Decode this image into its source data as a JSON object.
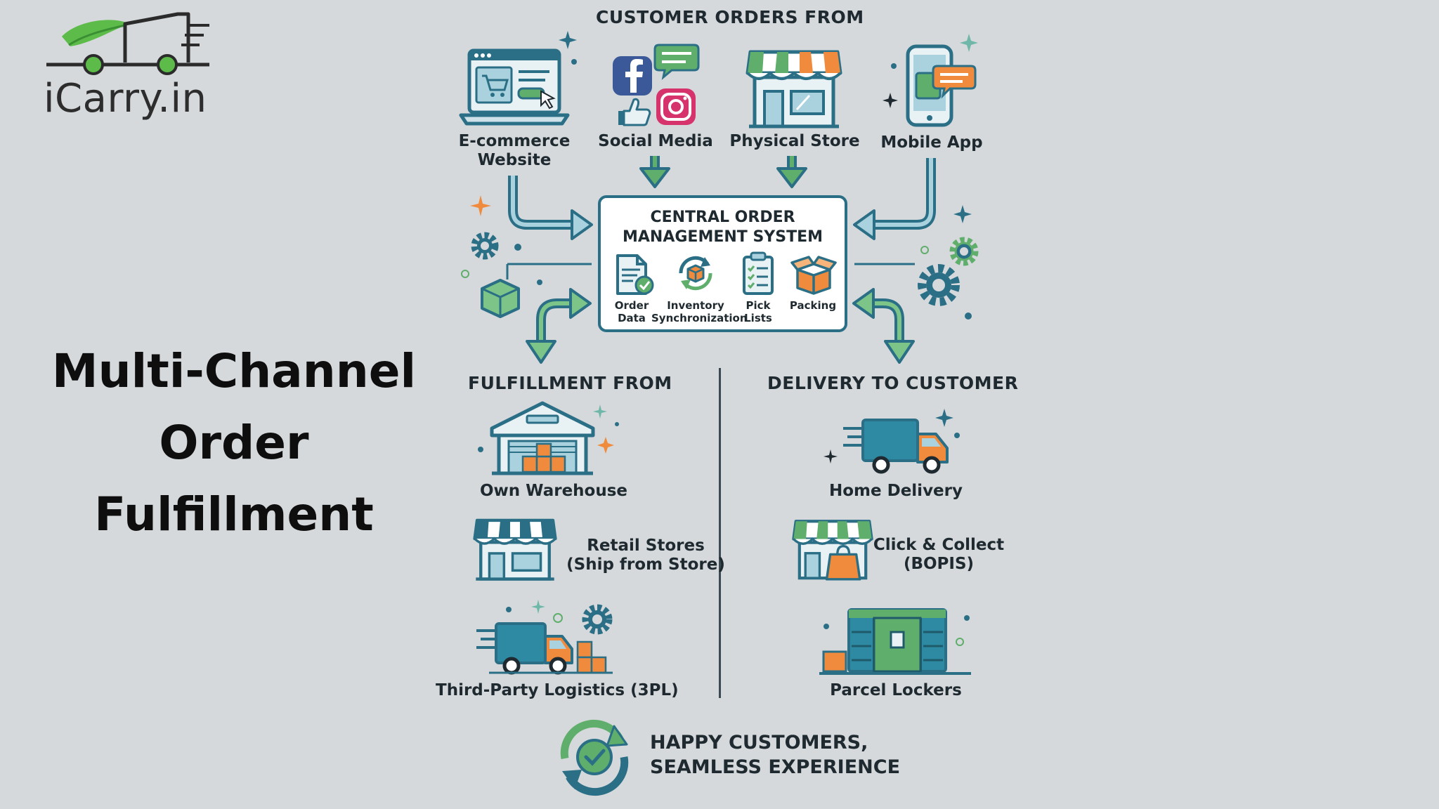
{
  "brand": {
    "name": "iCarry.in",
    "logo": "truck-leaf-logo"
  },
  "title": {
    "line1": "Multi-Channel",
    "line2": "Order Fulfillment"
  },
  "sections": {
    "sources_heading": "CUSTOMER ORDERS FROM",
    "fulfillment_heading": "FULFILLMENT FROM",
    "delivery_heading": "DELIVERY TO CUSTOMER"
  },
  "sources": [
    {
      "line1": "E-commerce",
      "line2": "Website",
      "icon": "laptop-cart-icon"
    },
    {
      "line1": "Social Media",
      "icon": "social-media-icon"
    },
    {
      "line1": "Physical Store",
      "icon": "storefront-icon"
    },
    {
      "line1": "Mobile App",
      "icon": "smartphone-icon"
    }
  ],
  "oms": {
    "title_line1": "CENTRAL ORDER",
    "title_line2": "MANAGEMENT SYSTEM",
    "features": [
      {
        "line1": "Order",
        "line2": "Data",
        "icon": "document-check-icon"
      },
      {
        "line1": "Inventory",
        "line2": "Synchronization",
        "icon": "inventory-sync-icon"
      },
      {
        "line1": "Pick",
        "line2": "Lists",
        "icon": "clipboard-list-icon"
      },
      {
        "line1": "Packing",
        "line2": "",
        "icon": "open-box-icon"
      }
    ]
  },
  "fulfillment": [
    {
      "line1": "Own Warehouse",
      "line2": "",
      "icon": "warehouse-icon"
    },
    {
      "line1": "Retail Stores",
      "line2": "(Ship from Store)",
      "icon": "storefront-icon"
    },
    {
      "line1": "Third-Party Logistics (3PL)",
      "line2": "",
      "icon": "delivery-truck-icon"
    }
  ],
  "delivery": [
    {
      "line1": "Home Delivery",
      "line2": "",
      "icon": "delivery-truck-icon"
    },
    {
      "line1": "Click & Collect",
      "line2": "(BOPIS)",
      "icon": "store-bag-icon"
    },
    {
      "line1": "Parcel Lockers",
      "line2": "",
      "icon": "parcel-locker-icon"
    }
  ],
  "footer": {
    "line1": "HAPPY CUSTOMERS,",
    "line2": "SEAMLESS EXPERIENCE",
    "icon": "cycle-check-icon"
  },
  "colors": {
    "background": "#d5d9dc",
    "teal": "#2b6f86",
    "green": "#5fae6b",
    "orange": "#f08a3c",
    "text": "#1f2a30"
  }
}
